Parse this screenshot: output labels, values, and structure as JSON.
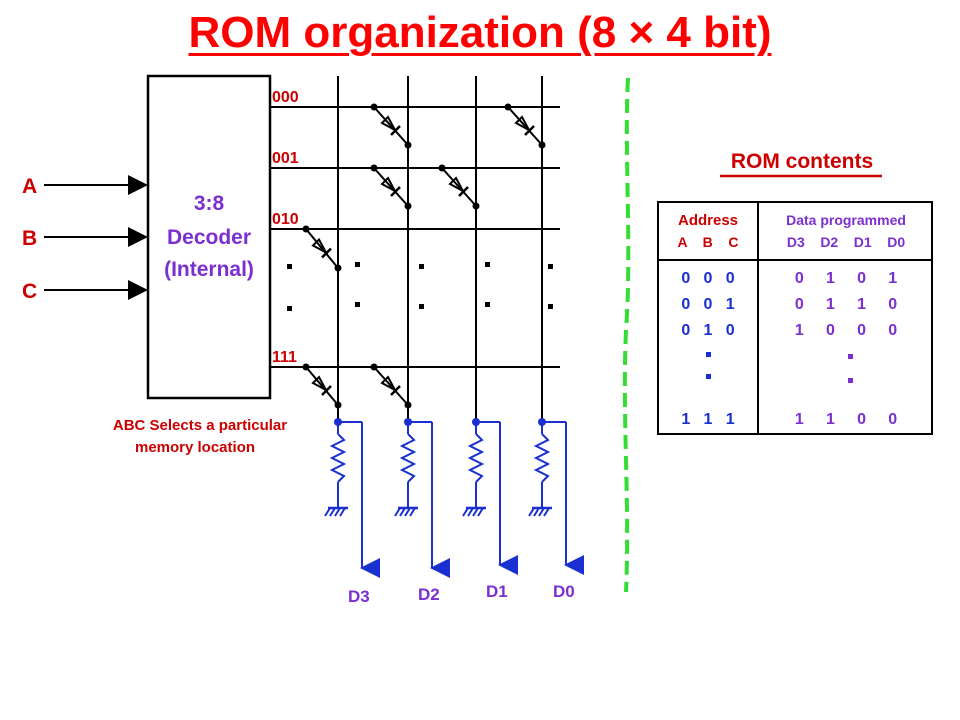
{
  "title": "ROM organization (8 × 4 bit)",
  "decoder": {
    "line1": "3:8",
    "line2": "Decoder",
    "line3": "(Internal)",
    "inputs": [
      "A",
      "B",
      "C"
    ]
  },
  "word_lines": [
    "000",
    "001",
    "010",
    "111"
  ],
  "caption": {
    "line1": "ABC Selects a particular",
    "line2": "memory location"
  },
  "outputs": [
    "D3",
    "D2",
    "D1",
    "D0"
  ],
  "rom_contents": {
    "title": "ROM contents",
    "address_header": "Address",
    "address_cols": "A    B    C",
    "data_header": "Data programmed",
    "data_cols": "D3    D2    D1    D0",
    "rows": [
      {
        "address": "0   0   0",
        "data": "0     1     0     1"
      },
      {
        "address": "0   0   1",
        "data": "0     1     1     0"
      },
      {
        "address": "0   1   0",
        "data": "1     0     0     0"
      },
      {
        "address": "1   1   1",
        "data": "1     1     0     0"
      }
    ]
  },
  "colors": {
    "title": "#ff0000",
    "labels": "#cc0000",
    "decoder_text": "#7b2fd0",
    "output_wires": "#1a2fd0",
    "divider": "#33dd33"
  }
}
